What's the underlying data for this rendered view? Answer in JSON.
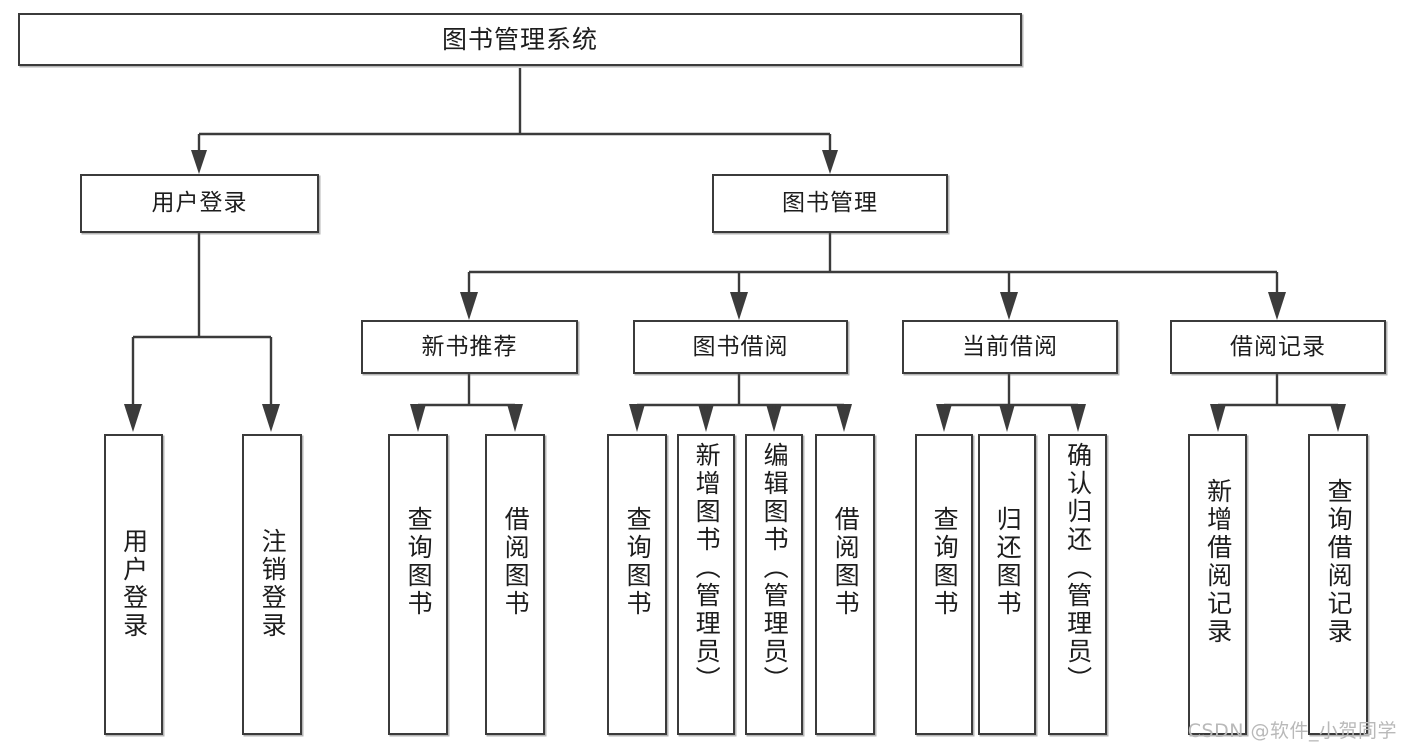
{
  "diagram": {
    "title": "图书管理系统",
    "watermark": "CSDN @软件_小贺同学",
    "type": "tree-hierarchy",
    "orientation": "top-down"
  },
  "root": {
    "label": "图书管理系统"
  },
  "level1": [
    {
      "label": "用户登录"
    },
    {
      "label": "图书管理"
    }
  ],
  "level2": [
    {
      "label": "新书推荐"
    },
    {
      "label": "图书借阅"
    },
    {
      "label": "当前借阅"
    },
    {
      "label": "借阅记录"
    }
  ],
  "leaves": {
    "user_login": [
      {
        "label": "用户登录"
      },
      {
        "label": "注销登录"
      }
    ],
    "new_book_rec": [
      {
        "label": "查询图书"
      },
      {
        "label": "借阅图书"
      }
    ],
    "book_borrow": [
      {
        "label": "查询图书"
      },
      {
        "label": "新增图书（管理员）"
      },
      {
        "label": "编辑图书（管理员）"
      },
      {
        "label": "借阅图书"
      }
    ],
    "current_borrow": [
      {
        "label": "查询图书"
      },
      {
        "label": "归还图书"
      },
      {
        "label": "确认归还（管理员）"
      }
    ],
    "borrow_record": [
      {
        "label": "新增借阅记录"
      },
      {
        "label": "查询借阅记录"
      }
    ]
  },
  "colors": {
    "stroke": "#3b3b3b",
    "fill": "#ffffff",
    "text": "#1d1d1d",
    "watermark": "#b9b9b9"
  }
}
